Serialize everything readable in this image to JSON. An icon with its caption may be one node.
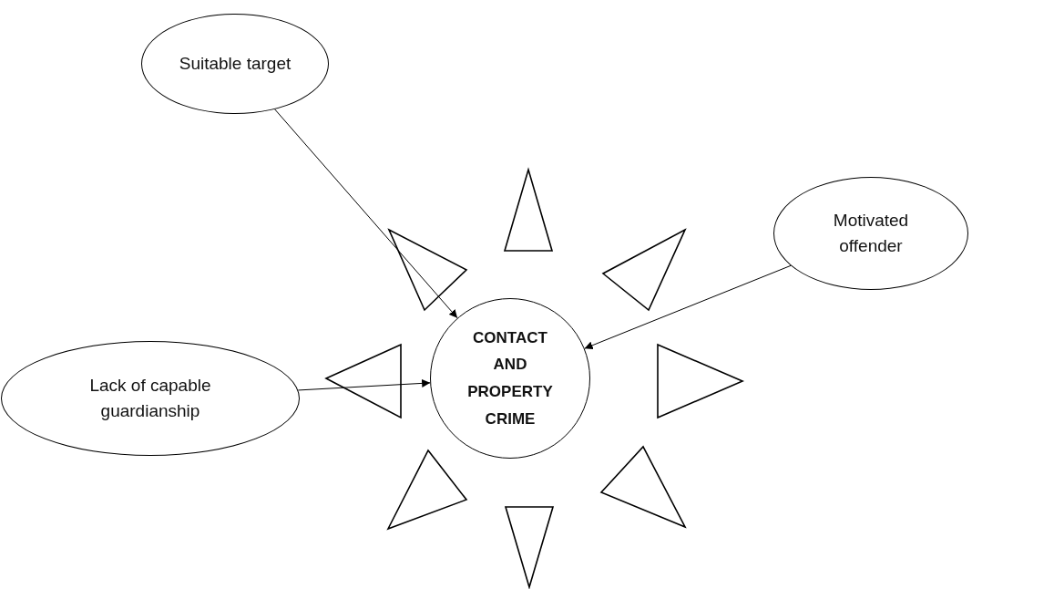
{
  "diagram": {
    "nodes": [
      {
        "text": [
          "Suitable target"
        ]
      },
      {
        "text": [
          "Motivated offender"
        ]
      },
      {
        "text": [
          "Lack of capable guardianship"
        ]
      },
      {
        "text": [
          "CONTACT AND PROPERTY CRIME"
        ]
      }
    ],
    "edges": [
      {
        "from": 0,
        "to": 3,
        "arrow": "to"
      },
      {
        "from": 1,
        "to": 3,
        "arrow": "to"
      },
      {
        "from": 2,
        "to": 3,
        "arrow": "to"
      }
    ]
  }
}
